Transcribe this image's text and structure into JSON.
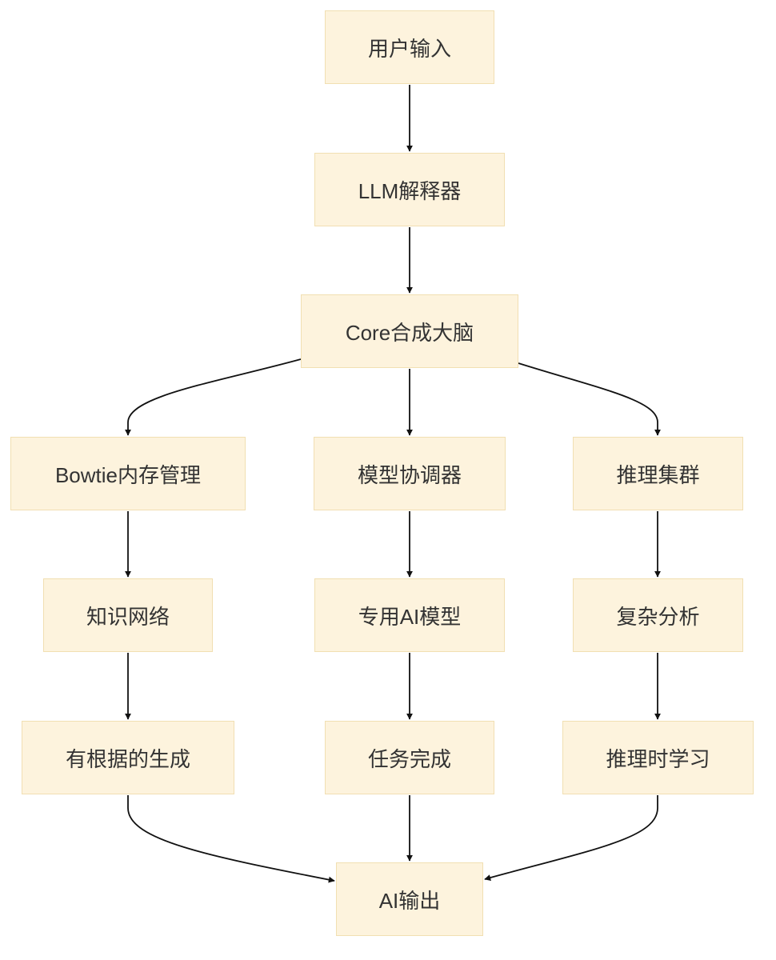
{
  "diagram": {
    "type": "flowchart",
    "nodes": {
      "input": "用户输入",
      "llm": "LLM解释器",
      "core": "Core合成大脑",
      "bowtie": "Bowtie内存管理",
      "coordinator": "模型协调器",
      "cluster": "推理集群",
      "knowledge": "知识网络",
      "specialized": "专用AI模型",
      "analysis": "复杂分析",
      "grounded": "有根据的生成",
      "task": "任务完成",
      "test_time_learning": "推理时学习",
      "output": "AI输出"
    },
    "edges": [
      [
        "input",
        "llm"
      ],
      [
        "llm",
        "core"
      ],
      [
        "core",
        "bowtie"
      ],
      [
        "core",
        "coordinator"
      ],
      [
        "core",
        "cluster"
      ],
      [
        "bowtie",
        "knowledge"
      ],
      [
        "coordinator",
        "specialized"
      ],
      [
        "cluster",
        "analysis"
      ],
      [
        "knowledge",
        "grounded"
      ],
      [
        "specialized",
        "task"
      ],
      [
        "analysis",
        "test_time_learning"
      ],
      [
        "grounded",
        "output"
      ],
      [
        "task",
        "output"
      ],
      [
        "test_time_learning",
        "output"
      ]
    ]
  },
  "colors": {
    "node_fill": "#fdf3dd",
    "node_border": "#f1dfb2",
    "edge": "#111111",
    "text": "#333333"
  }
}
